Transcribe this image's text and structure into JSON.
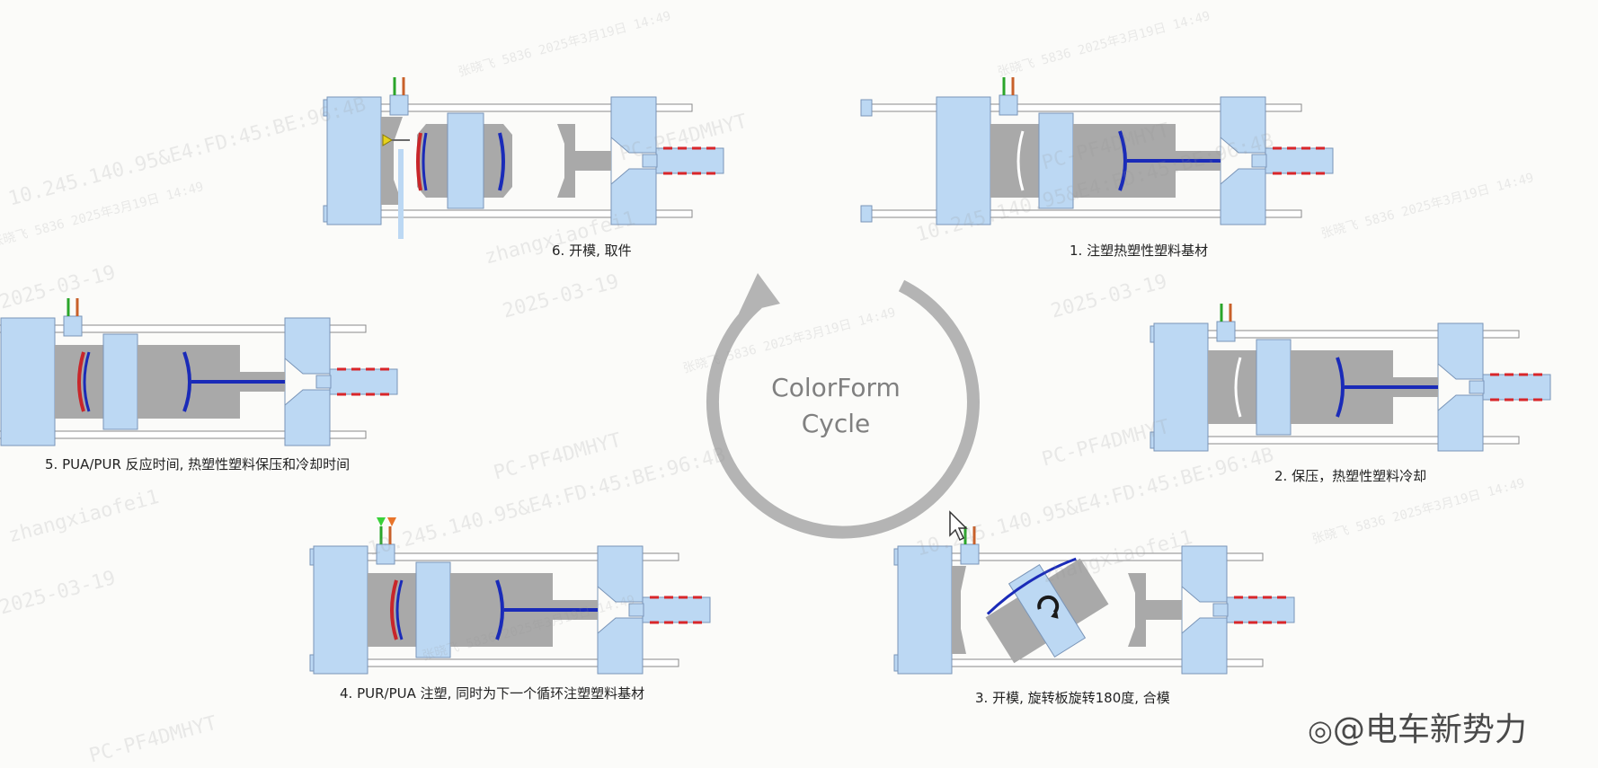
{
  "center": {
    "line1": "ColorForm",
    "line2": "Cycle"
  },
  "steps": [
    {
      "label": "6. 开模, 取件"
    },
    {
      "label": "1. 注塑热塑性塑料基材"
    },
    {
      "label": "5. PUA/PUR 反应时间, 热塑性塑料保压和冷却时间"
    },
    {
      "label": "2. 保压，热塑性塑料冷却"
    },
    {
      "label": "4. PUR/PUA 注塑, 同时为下一个循环注塑塑料基材"
    },
    {
      "label": "3. 开模, 旋转板旋转180度, 合模"
    }
  ],
  "brand": {
    "text": "@电车新势力"
  },
  "watermarks": [
    "张晓飞 5836 2025年3月19日 14:49",
    "10.245.140.95&E4:FD:45:BE:96:4B",
    "zhangxiaofei1",
    "2025-03-19",
    "PC-PF4DMHYT"
  ],
  "colors": {
    "platen": "#bcd8f3",
    "platen_border": "#7a95b8",
    "mold": "#a9a9a9",
    "rod": "#ffffff",
    "resin_blue": "#1a2bb8",
    "resin_red": "#c8262a",
    "nozzle_dash": "#d8262a",
    "green_line": "#2aa52a",
    "orange_line": "#c8602a",
    "arrow": "#b4b4b4"
  }
}
